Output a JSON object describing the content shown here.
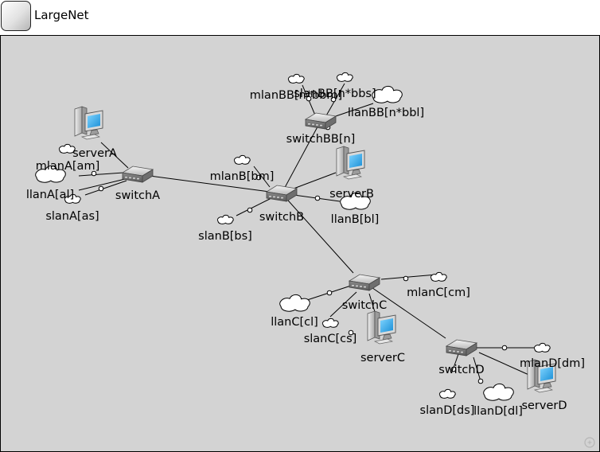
{
  "window": {
    "title": "LargeNet",
    "icon": "module-icon"
  },
  "colors": {
    "canvas_background": "#d3d3d3",
    "screen": "#1ea0e6"
  },
  "nodes": [
    {
      "id": "serverA",
      "type": "server",
      "label": "serverA"
    },
    {
      "id": "mlanA",
      "type": "cloud",
      "label": "mlanA[am]"
    },
    {
      "id": "llanA",
      "type": "cloud",
      "label": "llanA[al]"
    },
    {
      "id": "slanA",
      "type": "cloud",
      "label": "slanA[as]"
    },
    {
      "id": "switchA",
      "type": "switch",
      "label": "switchA"
    },
    {
      "id": "mlanB",
      "type": "cloud",
      "label": "mlanB[bm]"
    },
    {
      "id": "slanB",
      "type": "cloud",
      "label": "slanB[bs]"
    },
    {
      "id": "switchB",
      "type": "switch",
      "label": "switchB"
    },
    {
      "id": "serverB",
      "type": "server",
      "label": "serverB"
    },
    {
      "id": "llanB",
      "type": "cloud",
      "label": "llanB[bl]"
    },
    {
      "id": "mlanBB",
      "type": "cloud",
      "label": "mlanBB[n*bbm]"
    },
    {
      "id": "slanBB",
      "type": "cloud",
      "label": "slanBB[n*bbs]"
    },
    {
      "id": "llanBB",
      "type": "cloud",
      "label": "llanBB[n*bbl]"
    },
    {
      "id": "switchBB",
      "type": "switch",
      "label": "switchBB[n]"
    },
    {
      "id": "switchC",
      "type": "switch",
      "label": "switchC"
    },
    {
      "id": "mlanC",
      "type": "cloud",
      "label": "mlanC[cm]"
    },
    {
      "id": "llanC",
      "type": "cloud",
      "label": "llanC[cl]"
    },
    {
      "id": "slanC",
      "type": "cloud",
      "label": "slanC[cs]"
    },
    {
      "id": "serverC",
      "type": "server",
      "label": "serverC"
    },
    {
      "id": "switchD",
      "type": "switch",
      "label": "switchD"
    },
    {
      "id": "mlanD",
      "type": "cloud",
      "label": "mlanD[dm]"
    },
    {
      "id": "serverD",
      "type": "server",
      "label": "serverD"
    },
    {
      "id": "slanD",
      "type": "cloud",
      "label": "slanD[ds]"
    },
    {
      "id": "llanD",
      "type": "cloud",
      "label": "llanD[dl]"
    }
  ],
  "links": [
    [
      "switchA",
      "switchB"
    ],
    [
      "switchB",
      "switchBB"
    ],
    [
      "switchB",
      "switchC"
    ],
    [
      "switchC",
      "switchD"
    ],
    [
      "serverA",
      "switchA"
    ],
    [
      "mlanA",
      "switchA"
    ],
    [
      "llanA",
      "switchA"
    ],
    [
      "slanA",
      "switchA"
    ],
    [
      "mlanB",
      "switchB"
    ],
    [
      "slanB",
      "switchB"
    ],
    [
      "serverB",
      "switchB"
    ],
    [
      "llanB",
      "switchB"
    ],
    [
      "mlanBB",
      "switchBB"
    ],
    [
      "slanBB",
      "switchBB"
    ],
    [
      "llanBB",
      "switchBB"
    ],
    [
      "mlanC",
      "switchC"
    ],
    [
      "llanC",
      "switchC"
    ],
    [
      "slanC",
      "switchC"
    ],
    [
      "serverC",
      "switchC"
    ],
    [
      "mlanD",
      "switchD"
    ],
    [
      "serverD",
      "switchD"
    ],
    [
      "slanD",
      "switchD"
    ],
    [
      "llanD",
      "switchD"
    ]
  ]
}
